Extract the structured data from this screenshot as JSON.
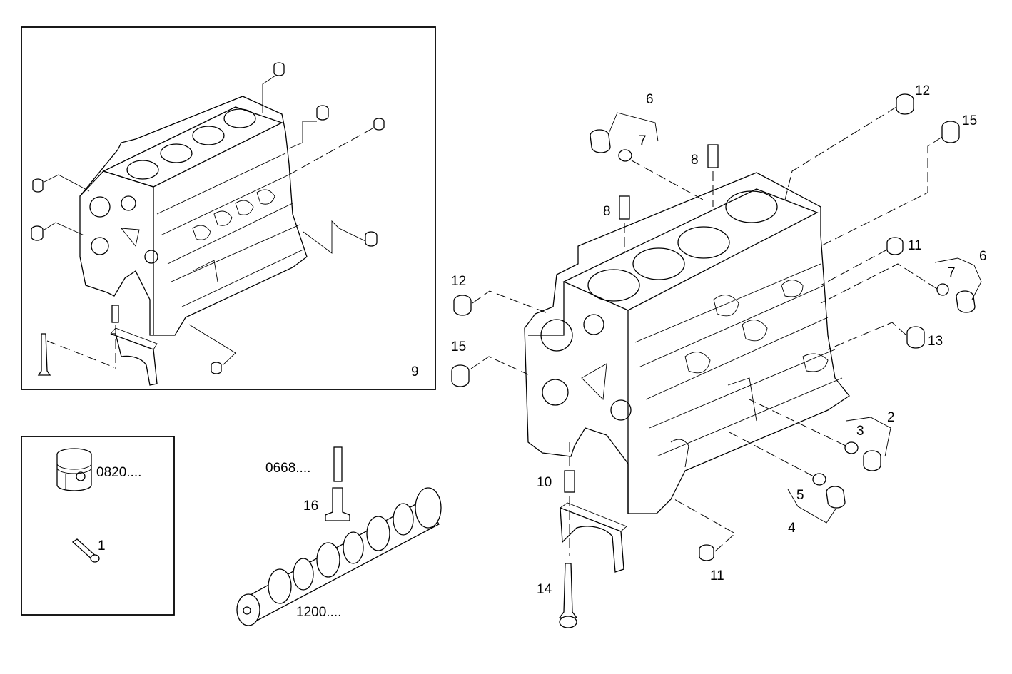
{
  "callouts": {
    "c6a": "6",
    "c7a": "7",
    "c12a": "12",
    "c15a": "15",
    "c8a": "8",
    "c8b": "8",
    "c11a": "11",
    "c6b": "6",
    "c7b": "7",
    "c12b": "12",
    "c15b": "15",
    "c13": "13",
    "c2": "2",
    "c3": "3",
    "c5": "5",
    "c4": "4",
    "c10": "10",
    "c11b": "11",
    "c14": "14"
  },
  "inset_top": {
    "label": "9"
  },
  "inset_bottom": {
    "piston_label": "0820....",
    "pin_label": "1"
  },
  "camshaft": {
    "tappet_label": "0668....",
    "bush_label": "16",
    "shaft_label": "1200...."
  }
}
